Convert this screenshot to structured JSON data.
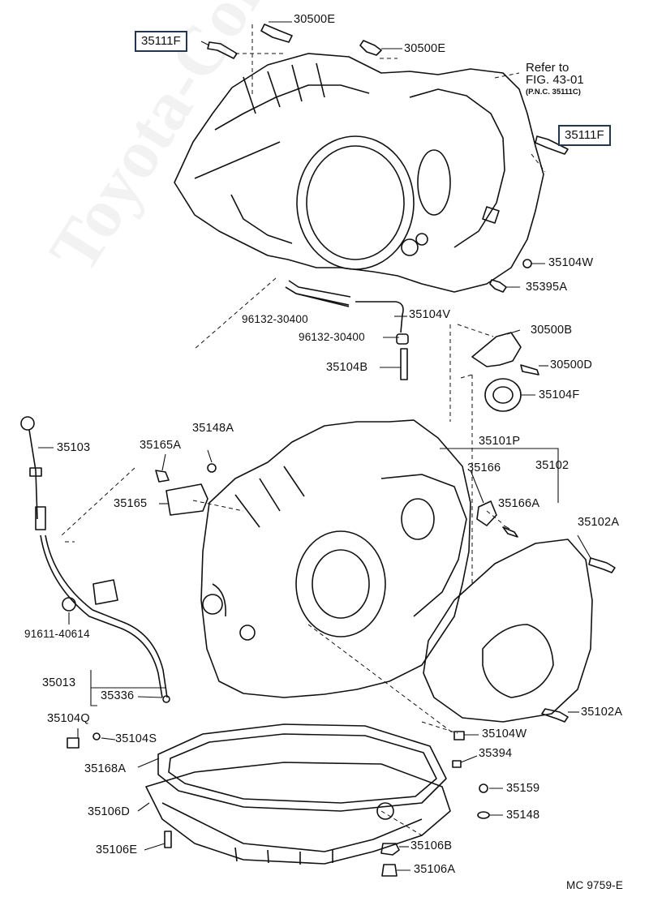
{
  "watermark": "Toyota-Corolla.ru",
  "note": {
    "line1": "Refer to",
    "line2": "FIG. 43-01",
    "line3": "(P.N.C. 35111C)"
  },
  "boxed_labels": {
    "left": "35111F",
    "right": "35111F"
  },
  "labels": {
    "p30500E_top": "30500E",
    "p30500E_mid": "30500E",
    "p35104W_top": "35104W",
    "p35395A": "35395A",
    "p96132_a": "96132-30400",
    "p35104V": "35104V",
    "p96132_b": "96132-30400",
    "p30500B": "30500B",
    "p30500D": "30500D",
    "p35104B": "35104B",
    "p35104F": "35104F",
    "p35103": "35103",
    "p35148A": "35148A",
    "p35165A": "35165A",
    "p35101P": "35101P",
    "p35166": "35166",
    "p35102": "35102",
    "p35165": "35165",
    "p35166A": "35166A",
    "p35102A_top": "35102A",
    "p91611": "91611-40614",
    "p35013": "35013",
    "p35336": "35336",
    "p35104Q": "35104Q",
    "p35104S": "35104S",
    "p35102A_bot": "35102A",
    "p35104W_bot": "35104W",
    "p35168A": "35168A",
    "p35394": "35394",
    "p35159": "35159",
    "p35106D": "35106D",
    "p35148": "35148",
    "p35106E": "35106E",
    "p35106B": "35106B",
    "p35106A": "35106A",
    "code": "MC 9759-E"
  }
}
